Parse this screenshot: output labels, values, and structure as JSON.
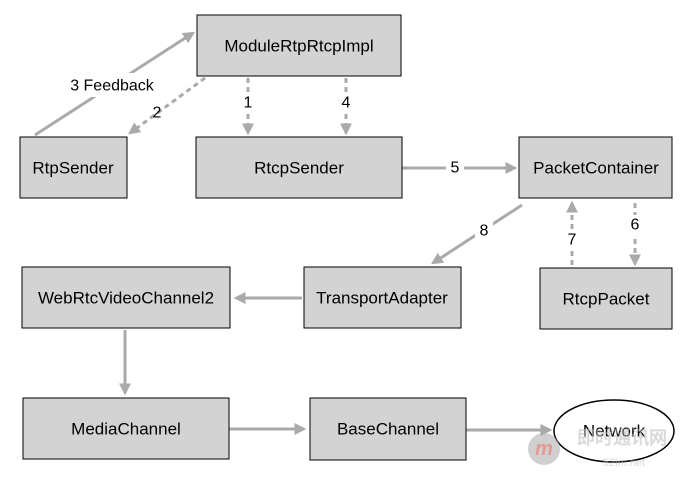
{
  "diagram": {
    "nodes": {
      "module_rtp_rtcp_impl": "ModuleRtpRtcpImpl",
      "rtp_sender": "RtpSender",
      "rtcp_sender": "RtcpSender",
      "packet_container": "PacketContainer",
      "webrtc_video_channel2": "WebRtcVideoChannel2",
      "transport_adapter": "TransportAdapter",
      "rtcp_packet": "RtcpPacket",
      "media_channel": "MediaChannel",
      "base_channel": "BaseChannel",
      "network": "Network"
    },
    "edges": {
      "e1": "1",
      "e2": "2",
      "e3": "3 Feedback",
      "e4": "4",
      "e5": "5",
      "e6": "6",
      "e7": "7",
      "e8": "8"
    },
    "colors": {
      "box_fill": "#d3d3d3",
      "arrow": "#aaaaaa",
      "watermark_accent": "#d0453a"
    },
    "watermark": {
      "brand": "即时通讯网",
      "url": "52im.net",
      "logo_letter": "m"
    }
  }
}
